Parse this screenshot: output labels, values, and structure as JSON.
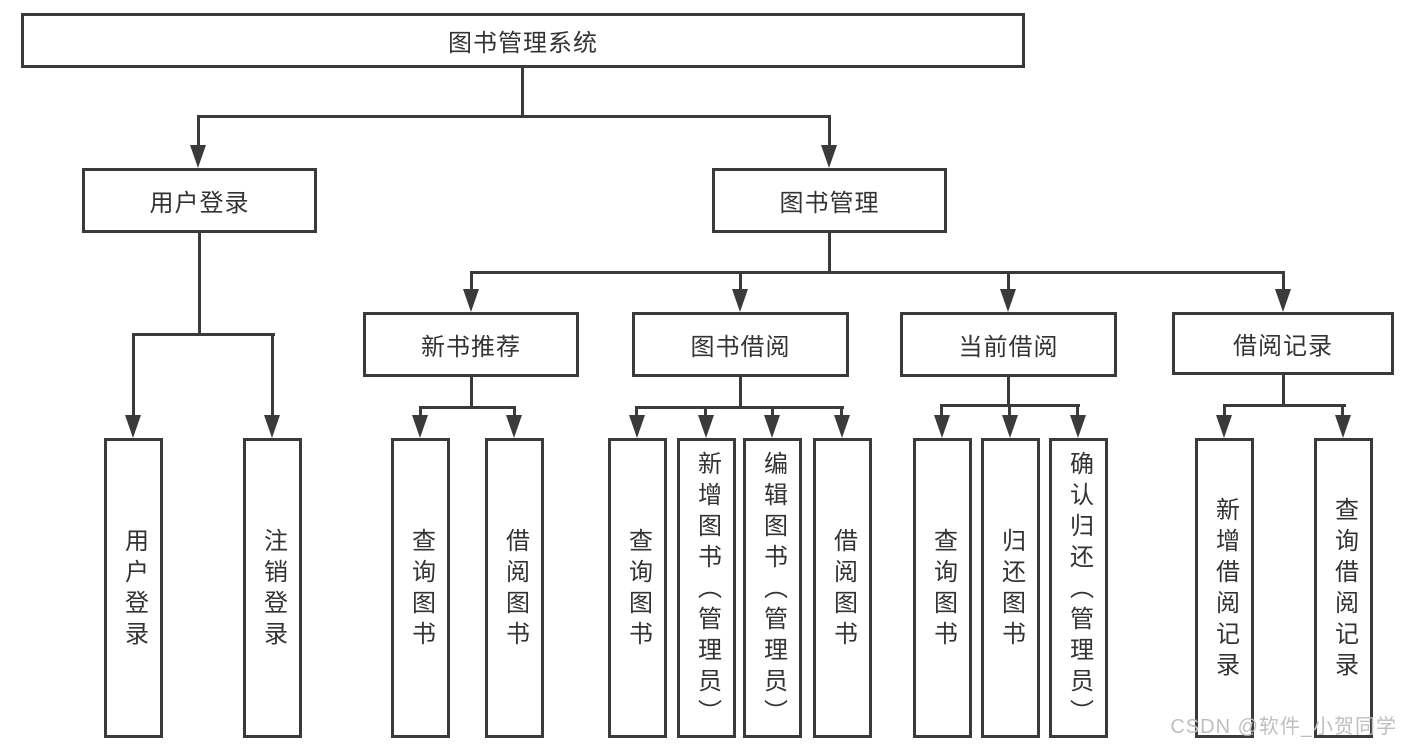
{
  "diagram": {
    "type": "tree-diagram",
    "title": "图书管理系统",
    "watermark": "CSDN @软件_小贺同学",
    "colors": {
      "line": "#3a3a3a",
      "box_border": "#3a3a3a",
      "box_fill": "#ffffff",
      "text": "#333333",
      "watermark": "#bfbfbf"
    },
    "nodes": {
      "root": {
        "label": "图书管理系统",
        "children": [
          "user_login",
          "book_mgmt"
        ]
      },
      "user_login": {
        "label": "用户登录",
        "children": [
          "leaf_user_login",
          "leaf_logout"
        ]
      },
      "book_mgmt": {
        "label": "图书管理",
        "children": [
          "new_book_rec",
          "book_borrow",
          "current_borrow",
          "borrow_records"
        ]
      },
      "new_book_rec": {
        "label": "新书推荐",
        "children": [
          "nb_query",
          "nb_borrow"
        ]
      },
      "book_borrow": {
        "label": "图书借阅",
        "children": [
          "bb_query",
          "bb_add",
          "bb_edit",
          "bb_borrow"
        ]
      },
      "current_borrow": {
        "label": "当前借阅",
        "children": [
          "cb_query",
          "cb_return",
          "cb_confirm"
        ]
      },
      "borrow_records": {
        "label": "借阅记录",
        "children": [
          "br_add",
          "br_query"
        ]
      },
      "leaf_user_login": {
        "label": "用户登录"
      },
      "leaf_logout": {
        "label": "注销登录"
      },
      "nb_query": {
        "label": "查询图书"
      },
      "nb_borrow": {
        "label": "借阅图书"
      },
      "bb_query": {
        "label": "查询图书"
      },
      "bb_add": {
        "label": "新增图书（管理员）"
      },
      "bb_edit": {
        "label": "编辑图书（管理员）"
      },
      "bb_borrow": {
        "label": "借阅图书"
      },
      "cb_query": {
        "label": "查询图书"
      },
      "cb_return": {
        "label": "归还图书"
      },
      "cb_confirm": {
        "label": "确认归还（管理员）"
      },
      "br_add": {
        "label": "新增借阅记录"
      },
      "br_query": {
        "label": "查询借阅记录"
      }
    }
  }
}
